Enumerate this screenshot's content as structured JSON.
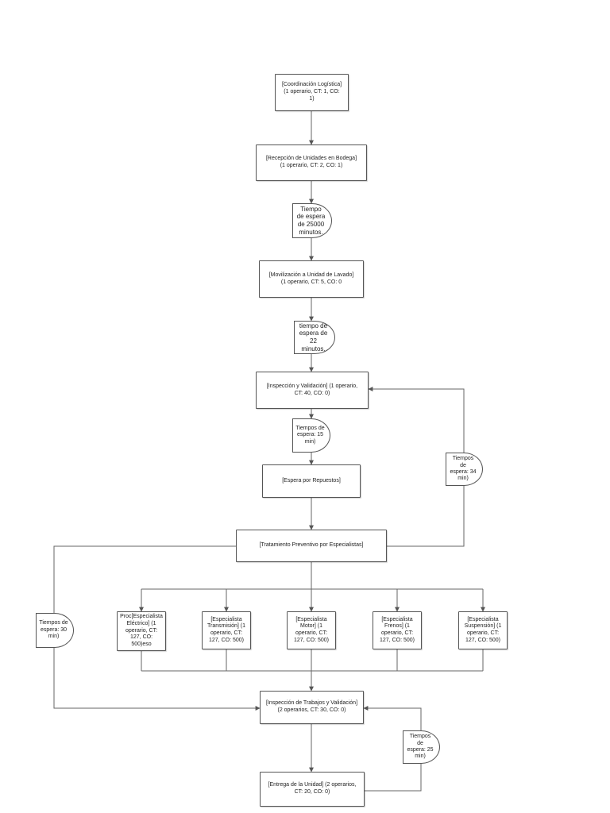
{
  "nodes": {
    "coordinacion": "[Coordinación Logística]\n(1 operario, CT: 1, CO:\n1)",
    "recepcion": "[Recepción de Unidades en Bodega]\n(1 operario, CT: 2, CO: 1)",
    "movilizacion": "[Movilización a Unidad de Lavado]\n(1 operario, CT: 5, CO: 0",
    "inspeccion": "[Inspección y Validación] (1 operario,\nCT: 40, CO: 0)",
    "espera_repuestos": "[Espera por Repuestos]",
    "tratamiento": "[Tratamiento Preventivo por Especialistas]",
    "electrico": "Proc[Especialista\nEléctrico] (1\noperario, CT:\n127, CO:\n500)eso",
    "transmision": "[Especialista\nTransmisión] (1\noperario, CT:\n127, CO: 500)",
    "motor": "[Especialista\nMotor] (1\noperario, CT:\n127, CO: 500)",
    "frenos": "[Especialista\nFrenos] (1\noperario, CT:\n127, CO: 500)",
    "suspension": "[Especialista\nSuspensión] (1\noperario, CT:\n127, CO: 500)",
    "inspeccion_trabajos": "[Inspección de Trabajos y Validación]\n(2 operarios, CT: 30, CO: 0)",
    "entrega": "[Entrega de la Unidad] (2 operarios,\nCT: 20, CO: 0)"
  },
  "delays": {
    "d25000": "Tiempo\nde espera\nde 25000\nminutos.",
    "d22": "tiempo de\nespera de\n22 minutos.",
    "d15": "Tiempos de\nespera: 15\nmin)",
    "d34": "Tiempos de\nespera: 34\nmin)",
    "d30": "Tiempos de\nespera: 30\nmin)",
    "d25": "Tiempos de\nespera: 25\nmin)"
  }
}
